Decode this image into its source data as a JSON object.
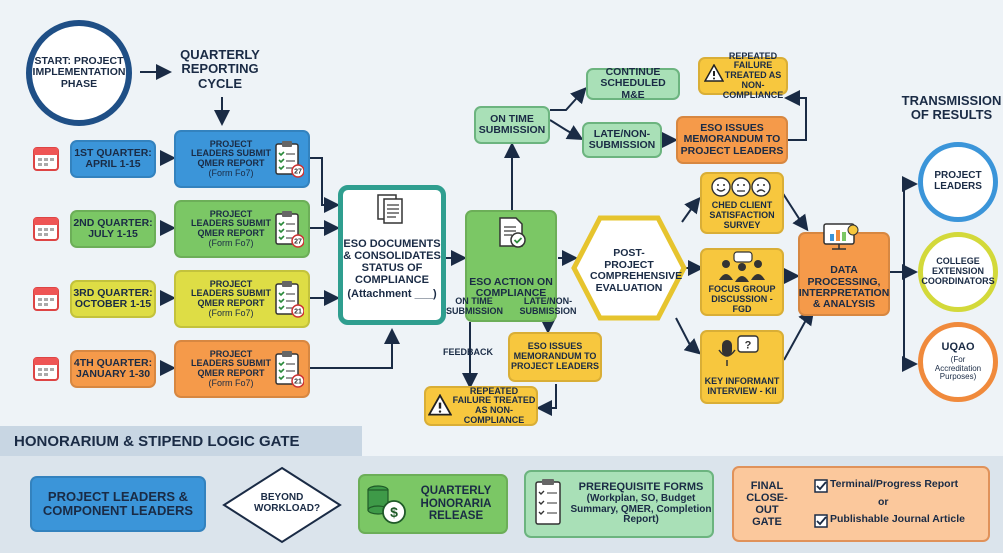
{
  "start": "START: PROJECT IMPLEMENTATION PHASE",
  "cycle": "QUARTERLY REPORTING CYCLE",
  "quarters": [
    {
      "label": "1ST QUARTER: APRIL 1-15",
      "submit": "PROJECT LEADERS SUBMIT QMER REPORT",
      "form": "(Form Fo7)"
    },
    {
      "label": "2ND QUARTER: JULY 1-15",
      "submit": "PROJECT LEADERS SUBMIT QMER REPORT",
      "form": "(Form Fo7)"
    },
    {
      "label": "3RD QUARTER: OCTOBER 1-15",
      "submit": "PROJECT LEADERS SUBMIT QMER REPORT",
      "form": "(Form Fo7)"
    },
    {
      "label": "4TH QUARTER: JANUARY 1-30",
      "submit": "PROJECT LEADERS SUBMIT QMER REPORT",
      "form": "(Form Fo7)"
    }
  ],
  "consolidate": "ESO DOCUMENTS & CONSOLIDATES STATUS OF COMPLIANCE",
  "attachment": "(Attachment ___)",
  "action": "ESO ACTION ON COMPLIANCE",
  "on_time_top": "ON TIME SUBMISSION",
  "continue": "CONTINUE SCHEDULED M&E",
  "late_top": "LATE/NON-SUBMISSION",
  "memo_top": "ESO ISSUES MEMORANDUM TO PROJECT LEADERS",
  "repeat_top": "REPEATED FAILURE TREATED AS NON-COMPLIANCE",
  "on_time_bottom": "ON TIME SUBMISSION",
  "feedback": "FEEDBACK",
  "late_bottom": "LATE/NON-SUBMISSION",
  "memo_bottom": "ESO ISSUES MEMORANDUM TO PROJECT LEADERS",
  "repeat_bottom": "REPEATED FAILURE TREATED AS NON-COMPLIANCE",
  "evaluation": "POST-PROJECT COMPREHENSIVE EVALUATION",
  "survey": "CHED CLIENT SATISFACTION SURVEY",
  "fgd": "FOCUS GROUP DISCUSSION - FGD",
  "kii": "KEY INFORMANT INTERVIEW - KII",
  "processing": "DATA PROCESSING, INTERPRETATION & ANALYSIS",
  "transmission": "TRANSMISSION OF RESULTS",
  "recipients": [
    {
      "name": "PROJECT LEADERS",
      "note": "",
      "color": "#3b95d9"
    },
    {
      "name": "COLLEGE EXTENSION COORDINATORS",
      "note": "",
      "color": "#d3d93a"
    },
    {
      "name": "UQAO",
      "note": "(For Accreditation Purposes)",
      "color": "#f08a3c"
    }
  ],
  "gate_title": "HONORARIUM & STIPEND LOGIC GATE",
  "gate": {
    "leaders": "PROJECT LEADERS & COMPONENT LEADERS",
    "workload": "BEYOND WORKLOAD?",
    "release": "QUARTERLY HONORARIA RELEASE",
    "prereq_title": "PREREQUISITE FORMS",
    "prereq_detail": "(Workplan, SO, Budget Summary, QMER, Completion Report)",
    "closeout": "FINAL CLOSE-OUT GATE",
    "report": "Terminal/Progress Report",
    "or": "or",
    "article": "Publishable Journal Article"
  },
  "calendar_badges": [
    "27",
    "27",
    "21",
    "21"
  ]
}
